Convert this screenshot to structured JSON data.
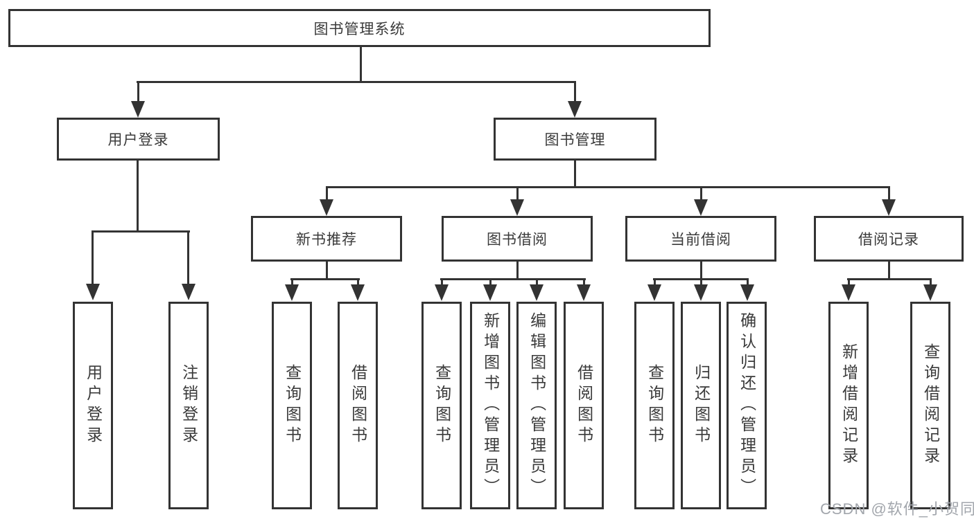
{
  "root": {
    "label": "图书管理系统"
  },
  "level2": {
    "user_login": {
      "label": "用户登录"
    },
    "book_mgmt": {
      "label": "图书管理"
    }
  },
  "level3": {
    "new_book_rec": {
      "label": "新书推荐"
    },
    "book_borrow": {
      "label": "图书借阅"
    },
    "current_borrow": {
      "label": "当前借阅"
    },
    "borrow_records": {
      "label": "借阅记录"
    }
  },
  "leaves": {
    "user_login": {
      "label": "用户登录"
    },
    "logout": {
      "label": "注销登录"
    },
    "query_books_rec": {
      "label": "查询图书"
    },
    "borrow_books_rec": {
      "label": "借阅图书"
    },
    "query_books_borrow": {
      "label": "查询图书"
    },
    "add_books_admin": {
      "label": "新增图书（管理员）"
    },
    "edit_books_admin": {
      "label": "编辑图书（管理员）"
    },
    "borrow_books_borrow": {
      "label": "借阅图书"
    },
    "query_books_current": {
      "label": "查询图书"
    },
    "return_books": {
      "label": "归还图书"
    },
    "confirm_return_admin": {
      "label": "确认归还（管理员）"
    },
    "add_borrow_record": {
      "label": "新增借阅记录"
    },
    "query_borrow_record": {
      "label": "查询借阅记录"
    }
  },
  "watermark": {
    "text": "CSDN @软件_小贺同学"
  },
  "colors": {
    "line": "#333333",
    "text": "#3a3a3a",
    "watermark": "#a2a6ac",
    "background": "#ffffff"
  }
}
